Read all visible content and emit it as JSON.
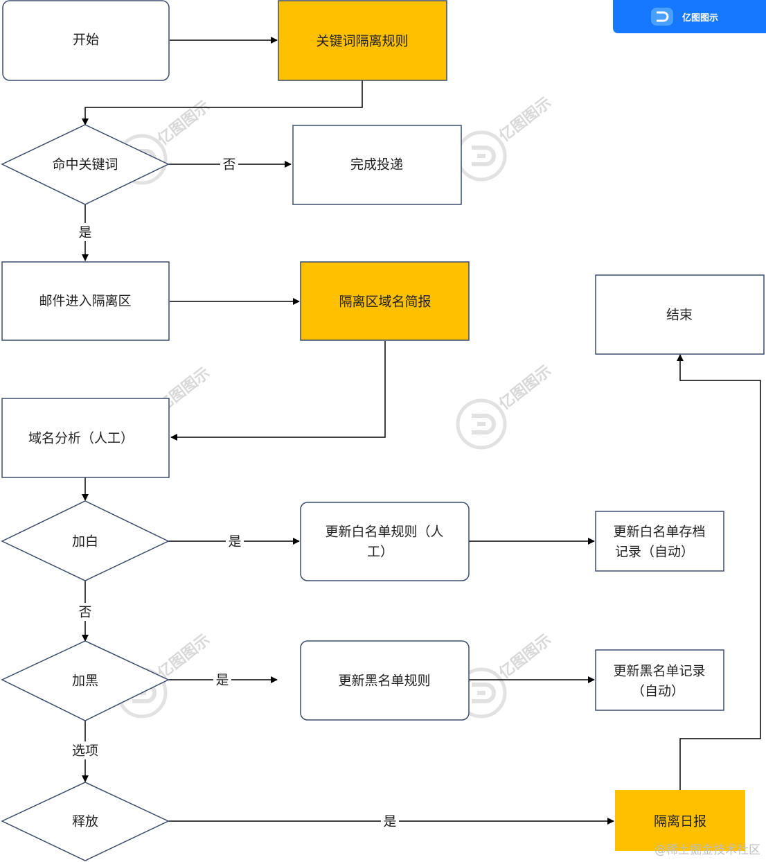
{
  "nodes": {
    "start": "开始",
    "keyword_rule": "关键词隔离规则",
    "hit_keyword": "命中关键词",
    "deliver": "完成投递",
    "quarantine": "邮件进入隔离区",
    "domain_brief": "隔离区域名简报",
    "end": "结束",
    "domain_analysis": "域名分析（人工）",
    "add_white": "加白",
    "update_white_rule_l1": "更新白名单规则（人",
    "update_white_rule_l2": "工）",
    "white_archive_l1": "更新白名单存档",
    "white_archive_l2": "记录（自动）",
    "add_black": "加黑",
    "update_black_rule": "更新黑名单规则",
    "black_record_l1": "更新黑名单记录",
    "black_record_l2": "（自动）",
    "release": "释放",
    "daily_report": "隔离日报"
  },
  "edge_labels": {
    "no_1": "否",
    "yes_1": "是",
    "yes_white": "是",
    "no_white": "否",
    "yes_black": "是",
    "options": "选项",
    "yes_release": "是"
  },
  "watermark": "亿图图示",
  "badge": {
    "text": "亿图图示",
    "color": "#1677ff"
  },
  "footer": "@稀土掘金技术社区",
  "colors": {
    "highlight": "#ffc000",
    "stroke": "#3b4a6b",
    "line": "#000000"
  }
}
